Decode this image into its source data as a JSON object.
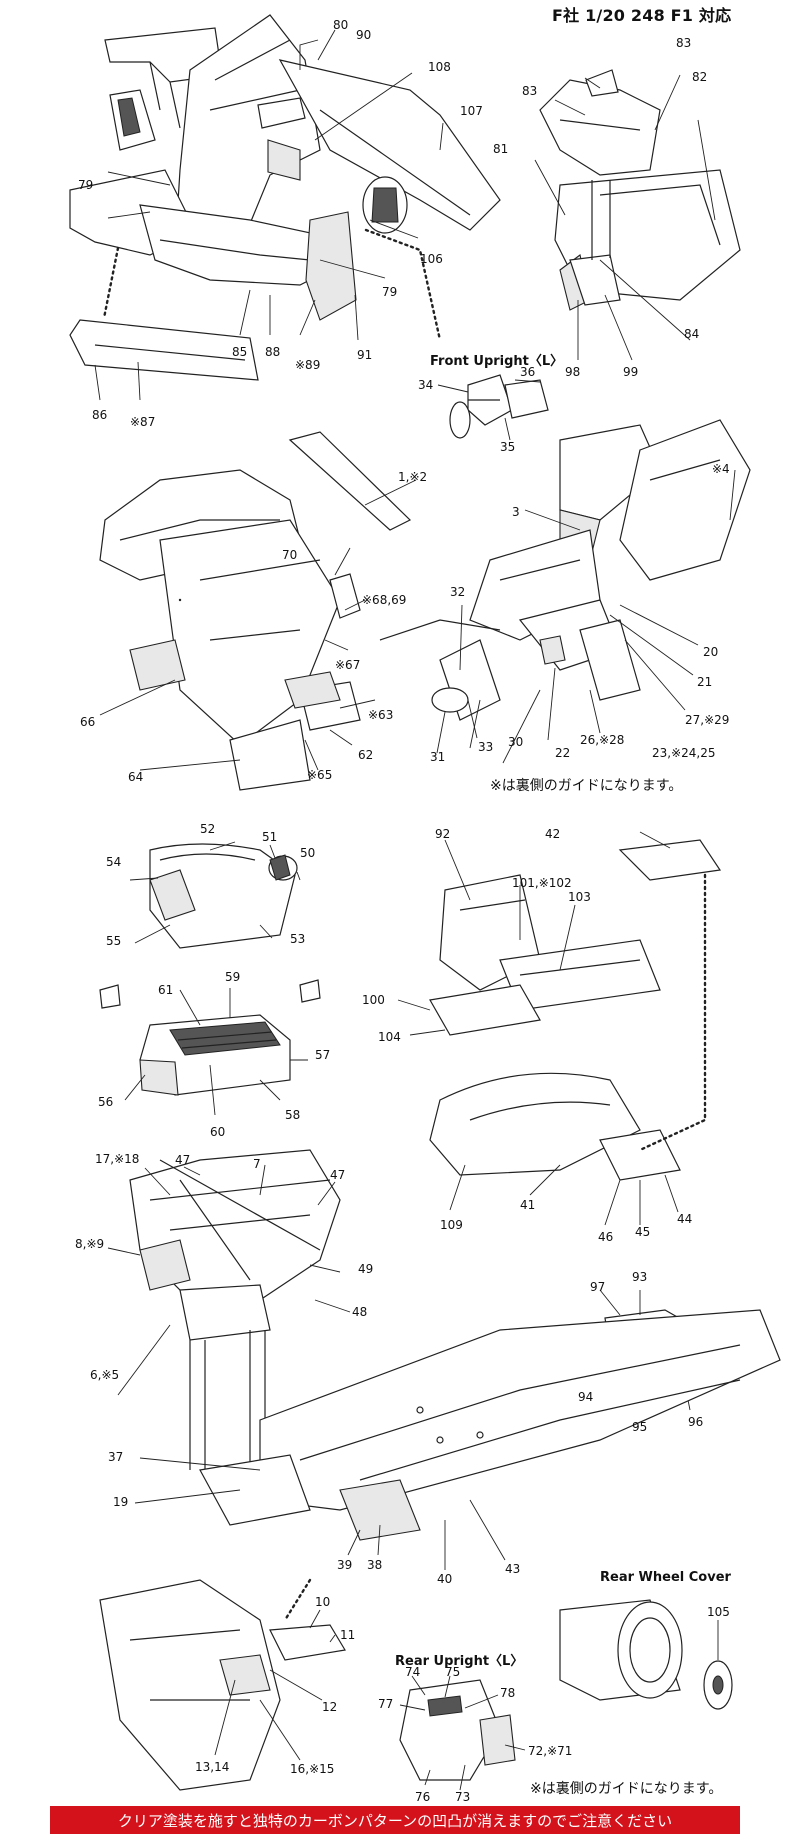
{
  "header": {
    "title": "F社 1/20  248 F1 対応"
  },
  "sections": {
    "front_upright": "Front Upright〈L〉",
    "rear_upright": "Rear Upright〈L〉",
    "rear_wheel_cover": "Rear Wheel Cover"
  },
  "notes": {
    "guide_note_1": "※は裏側のガイドになります。",
    "guide_note_2": "※は裏側のガイドになります。"
  },
  "warning": {
    "text": "クリア塗装を施すと独特のカーボンパターンの凹凸が消えますのでご注意ください",
    "bg_color": "#d4121b"
  },
  "labels": {
    "p80": "80",
    "p90": "90",
    "p108": "108",
    "p107": "107",
    "p79a": "79",
    "p79b": "79",
    "p106": "106",
    "p85": "85",
    "p88": "88",
    "p89": "※89",
    "p91": "91",
    "p86": "86",
    "p87": "※87",
    "p83a": "83",
    "p83b": "83",
    "p82": "82",
    "p81": "81",
    "p84": "84",
    "p98": "98",
    "p99": "99",
    "p34": "34",
    "p36": "36",
    "p35": "35",
    "p1": "1,※2",
    "p70": "70",
    "p68": "※68,69",
    "p67": "※67",
    "p66": "66",
    "p63": "※63",
    "p62": "62",
    "p65": "※65",
    "p64": "64",
    "p4": "※4",
    "p3": "3",
    "p32": "32",
    "p20": "20",
    "p21": "21",
    "p27": "27,※29",
    "p26": "26,※28",
    "p23": "23,※24,25",
    "p22": "22",
    "p30": "30",
    "p33": "33",
    "p31": "31",
    "p52": "52",
    "p51": "51",
    "p50": "50",
    "p54": "54",
    "p55": "55",
    "p53": "53",
    "p61": "61",
    "p59": "59",
    "p57": "57",
    "p56": "56",
    "p60": "60",
    "p58": "58",
    "p92": "92",
    "p42": "42",
    "p101": "101,※102",
    "p103": "103",
    "p100": "100",
    "p104": "104",
    "p109": "109",
    "p41": "41",
    "p46": "46",
    "p45": "45",
    "p44": "44",
    "p17": "17,※18",
    "p47a": "47",
    "p7": "7",
    "p47b": "47",
    "p8": "8,※9",
    "p49": "49",
    "p48": "48",
    "p6": "6,※5",
    "p93": "93",
    "p97": "97",
    "p94": "94",
    "p95": "95",
    "p96": "96",
    "p37": "37",
    "p19": "19",
    "p39": "39",
    "p38": "38",
    "p40": "40",
    "p43": "43",
    "p10": "10",
    "p11": "11",
    "p12": "12",
    "p13": "13,14",
    "p16": "16,※15",
    "p74": "74",
    "p75": "75",
    "p77": "77",
    "p78": "78",
    "p72": "72,※71",
    "p76": "76",
    "p73": "73",
    "p105": "105"
  }
}
